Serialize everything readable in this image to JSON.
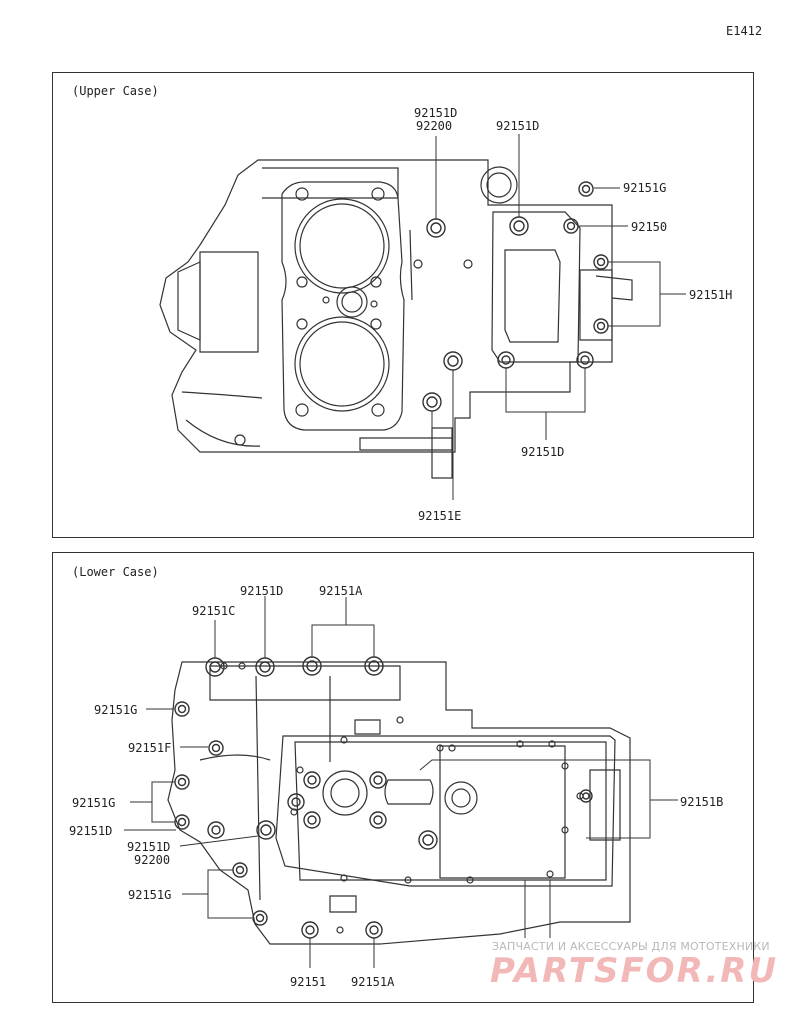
{
  "diagram_code": "E1412",
  "upper_case": {
    "title": "(Upper Case)",
    "labels": {
      "l1a": "92151D",
      "l1b": "92200",
      "l2": "92151D",
      "l3": "92151G",
      "l4": "92150",
      "l5": "92151H",
      "l6": "92151D",
      "l7": "92151E"
    }
  },
  "lower_case": {
    "title": "(Lower Case)",
    "labels": {
      "m1": "92151D",
      "m2": "92151A",
      "m3": "92151C",
      "m4": "92151G",
      "m5": "92151F",
      "m6": "92151G",
      "m7": "92151D",
      "m8a": "92151D",
      "m8b": "92200",
      "m9": "92151G",
      "m10": "92151B",
      "m11": "92151",
      "m12": "92151A"
    }
  },
  "watermark": {
    "tagline": "ЗАПЧАСТИ И АКСЕССУАРЫ ДЛЯ МОТОТЕХНИКИ",
    "brand": "PARTSFOR.RU"
  }
}
